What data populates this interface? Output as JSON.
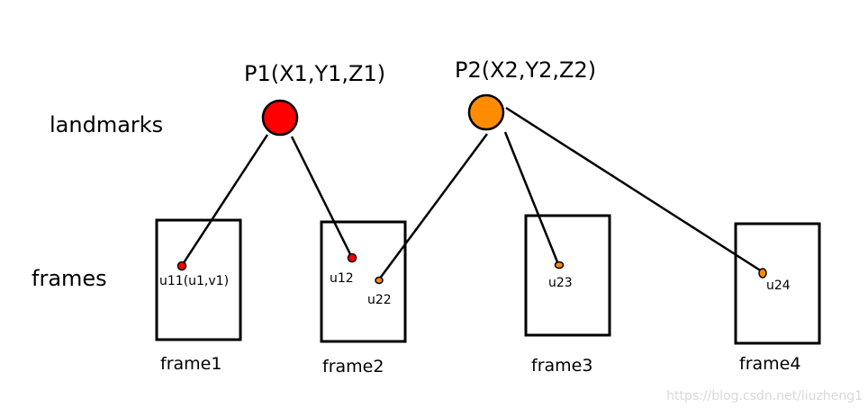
{
  "row_labels": {
    "landmarks": "landmarks",
    "frames": "frames"
  },
  "landmarks": [
    {
      "id": "P1",
      "label": "P1(X1,Y1,Z1)",
      "color": "#ff0000"
    },
    {
      "id": "P2",
      "label": "P2(X2,Y2,Z2)",
      "color": "#ff8c00"
    }
  ],
  "frames": [
    {
      "id": "frame1",
      "label": "frame1"
    },
    {
      "id": "frame2",
      "label": "frame2"
    },
    {
      "id": "frame3",
      "label": "frame3"
    },
    {
      "id": "frame4",
      "label": "frame4"
    }
  ],
  "observations": [
    {
      "id": "u11",
      "label": "u11(u1,v1)",
      "landmark": "P1",
      "frame": "frame1",
      "color": "#ff0000"
    },
    {
      "id": "u12",
      "label": "u12",
      "landmark": "P1",
      "frame": "frame2",
      "color": "#ff0000"
    },
    {
      "id": "u22",
      "label": "u22",
      "landmark": "P2",
      "frame": "frame2",
      "color": "#ff8c00"
    },
    {
      "id": "u23",
      "label": "u23",
      "landmark": "P2",
      "frame": "frame3",
      "color": "#ff8c00"
    },
    {
      "id": "u24",
      "label": "u24",
      "landmark": "P2",
      "frame": "frame4",
      "color": "#ff8c00"
    }
  ],
  "watermark": "https://blog.csdn.net/liuzheng1"
}
